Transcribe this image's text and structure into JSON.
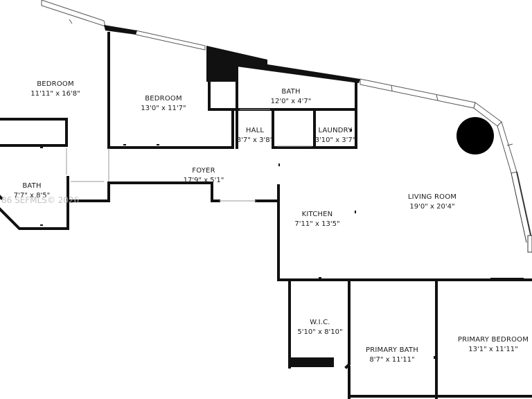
{
  "rooms": {
    "bedroom_left": {
      "name": "BEDROOM",
      "size": "11'11\" x 16'8\""
    },
    "bedroom_mid": {
      "name": "BEDROOM",
      "size": "13'0\" x 11'7\""
    },
    "bath_top": {
      "name": "BATH",
      "size": "12'0\" x 4'7\""
    },
    "hall": {
      "name": "HALL",
      "size": "3'7\" x 3'8\""
    },
    "laundry": {
      "name": "LAUNDRY",
      "size": "3'10\" x 3'7\""
    },
    "foyer": {
      "name": "FOYER",
      "size": "17'9\" x 5'1\""
    },
    "bath_left": {
      "name": "BATH",
      "size": "7'7\" x 8'5\""
    },
    "kitchen": {
      "name": "KITCHEN",
      "size": "7'11\" x 13'5\""
    },
    "living_room": {
      "name": "LIVING ROOM",
      "size": "19'0\" x 20'4\""
    },
    "wic": {
      "name": "W.I.C.",
      "size": "5'10\" x 8'10\""
    },
    "primary_bath": {
      "name": "PRIMARY BATH",
      "size": "8'7\" x 11'11\""
    },
    "primary_bedroom": {
      "name": "PRIMARY BEDROOM",
      "size": "13'1\" x 11'11\""
    }
  },
  "watermark": "86 SEFMLS© 2026"
}
